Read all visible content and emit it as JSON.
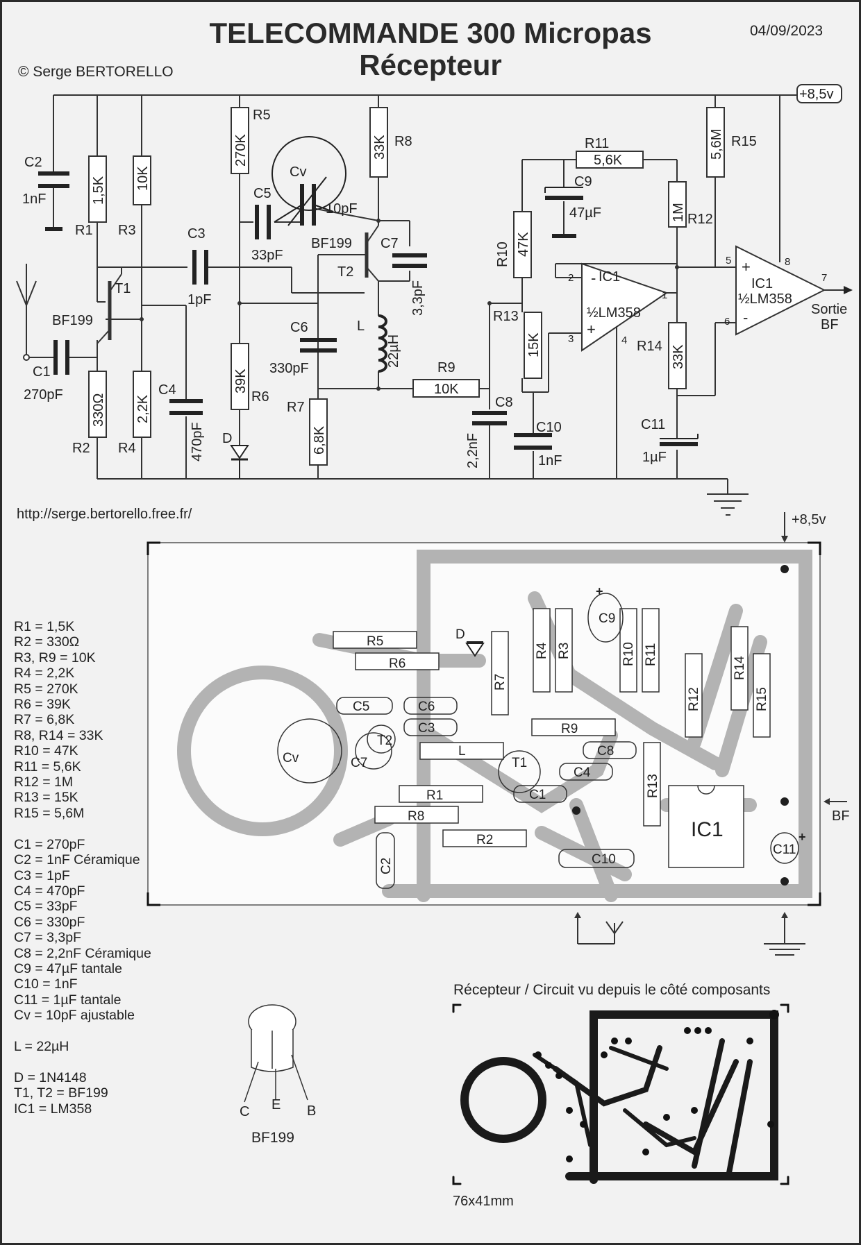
{
  "header": {
    "title": "TELECOMMANDE 300 Micropas",
    "subtitle": "Récepteur",
    "date": "04/09/2023",
    "copyright": "© Serge BERTORELLO",
    "url": "http://serge.bertorello.free.fr/"
  },
  "schematic": {
    "supply": "+8,5v",
    "output": [
      "Sortie",
      "BF"
    ],
    "components": {
      "C2": {
        "ref": "C2",
        "value": "1nF"
      },
      "R1": {
        "ref": "R1",
        "value": "1,5K"
      },
      "R3": {
        "ref": "R3",
        "value": "10K"
      },
      "R5": {
        "ref": "R5",
        "value": "270K"
      },
      "Cv": {
        "ref": "Cv",
        "value": "10pF"
      },
      "R8": {
        "ref": "R8",
        "value": "33K"
      },
      "C5": {
        "ref": "C5",
        "value": "33pF"
      },
      "C3": {
        "ref": "C3",
        "value": "1pF"
      },
      "T1": {
        "ref": "T1",
        "value": "BF199"
      },
      "T2": {
        "ref": "T2",
        "value": "BF199"
      },
      "C7": {
        "ref": "C7",
        "value": "3,3pF"
      },
      "C1": {
        "ref": "C1",
        "value": "270pF"
      },
      "R2": {
        "ref": "R2",
        "value": "330Ω"
      },
      "R4": {
        "ref": "R4",
        "value": "2,2K"
      },
      "C4": {
        "ref": "C4",
        "value": "470pF"
      },
      "R6": {
        "ref": "R6",
        "value": "39K"
      },
      "D": {
        "ref": "D",
        "value": ""
      },
      "C6": {
        "ref": "C6",
        "value": "330pF"
      },
      "L": {
        "ref": "L",
        "value": "22µH"
      },
      "R7": {
        "ref": "R7",
        "value": "6,8K"
      },
      "R9": {
        "ref": "R9",
        "value": "10K"
      },
      "C8": {
        "ref": "C8",
        "value": "2,2nF"
      },
      "R10": {
        "ref": "R10",
        "value": "47K"
      },
      "R11": {
        "ref": "R11",
        "value": "5,6K"
      },
      "C9": {
        "ref": "C9",
        "value": "47µF"
      },
      "R13": {
        "ref": "R13",
        "value": "15K"
      },
      "C10": {
        "ref": "C10",
        "value": "1nF"
      },
      "R12": {
        "ref": "R12",
        "value": "1M"
      },
      "R14": {
        "ref": "R14",
        "value": "33K"
      },
      "C11": {
        "ref": "C11",
        "value": "1µF"
      },
      "R15": {
        "ref": "R15",
        "value": "5,6M"
      }
    },
    "opamps": [
      {
        "ref": "IC1",
        "sub": "½LM358",
        "pins": [
          "2",
          "3",
          "1",
          "4"
        ]
      },
      {
        "ref": "IC1",
        "sub": "½LM358",
        "pins": [
          "5",
          "6",
          "7",
          "8"
        ]
      }
    ]
  },
  "pcb": {
    "supply": "+8,5v",
    "bf": "BF",
    "caption": "Récepteur / Circuit vu depuis le côté composants",
    "dimensions": "76x41mm",
    "labels": [
      "R5",
      "R6",
      "D",
      "R7",
      "R4",
      "R3",
      "C9",
      "R10",
      "R11",
      "R12",
      "R14",
      "R15",
      "C5",
      "C6",
      "C3",
      "R9",
      "C8",
      "Cv",
      "C7",
      "T2",
      "L",
      "T1",
      "C4",
      "R1",
      "C1",
      "R13",
      "IC1",
      "R8",
      "R2",
      "C2",
      "C10",
      "C11"
    ]
  },
  "parts_list": [
    "R1 = 1,5K",
    "R2 = 330Ω",
    "R3, R9 = 10K",
    "R4 = 2,2K",
    "R5 = 270K",
    "R6 = 39K",
    "R7 = 6,8K",
    "R8, R14 = 33K",
    "R10 = 47K",
    "R11 = 5,6K",
    "R12 = 1M",
    "R13 = 15K",
    "R15 = 5,6M",
    "",
    "C1 = 270pF",
    "C2 = 1nF Céramique",
    "C3 = 1pF",
    "C4 = 470pF",
    "C5 = 33pF",
    "C6 = 330pF",
    "C7 = 3,3pF",
    "C8 = 2,2nF Céramique",
    "C9 = 47µF tantale",
    "C10 = 1nF",
    "C11 = 1µF tantale",
    "Cv = 10pF ajustable",
    "",
    "L = 22µH",
    "",
    "D = 1N4148",
    "T1, T2 = BF199",
    "IC1 = LM358"
  ],
  "transistor": {
    "pins": [
      "C",
      "E",
      "B"
    ],
    "caption": "BF199"
  }
}
